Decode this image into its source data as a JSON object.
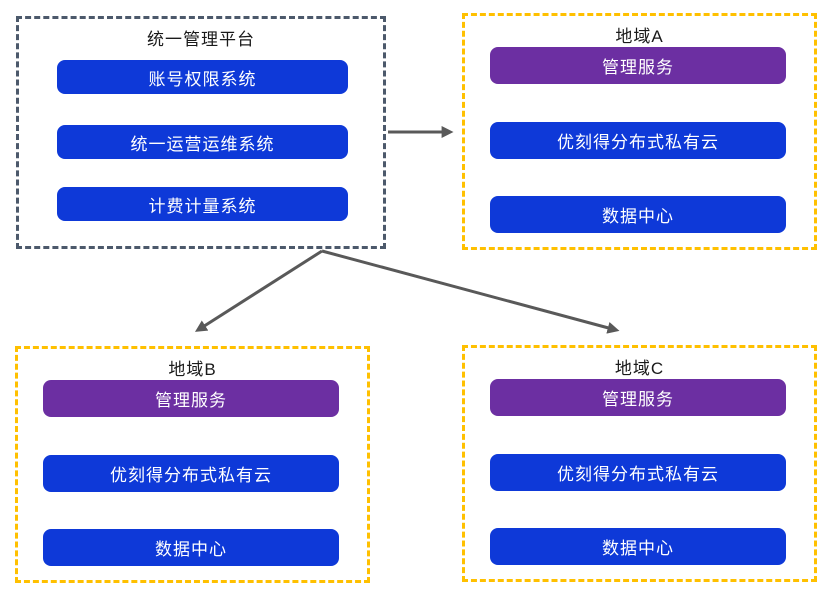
{
  "diagram": {
    "platform": {
      "title": "统一管理平台",
      "systems": [
        {
          "label": "账号权限系统"
        },
        {
          "label": "统一运营运维系统"
        },
        {
          "label": "计费计量系统"
        }
      ]
    },
    "regions": [
      {
        "title": "地域A",
        "services": [
          {
            "label": "管理服务"
          },
          {
            "label": "优刻得分布式私有云"
          },
          {
            "label": "数据中心"
          }
        ]
      },
      {
        "title": "地域B",
        "services": [
          {
            "label": "管理服务"
          },
          {
            "label": "优刻得分布式私有云"
          },
          {
            "label": "数据中心"
          }
        ]
      },
      {
        "title": "地域C",
        "services": [
          {
            "label": "管理服务"
          },
          {
            "label": "优刻得分布式私有云"
          },
          {
            "label": "数据中心"
          }
        ]
      }
    ],
    "connections": [
      {
        "from": "统一管理平台",
        "to": "地域A"
      },
      {
        "from": "统一管理平台",
        "to": "地域B"
      },
      {
        "from": "统一管理平台",
        "to": "地域C"
      }
    ],
    "colors": {
      "node_blue": "#0e39d8",
      "node_purple": "#6c2fa2",
      "platform_border": "#4c596b",
      "region_border": "#ffc000",
      "arrow": "#595959"
    }
  }
}
